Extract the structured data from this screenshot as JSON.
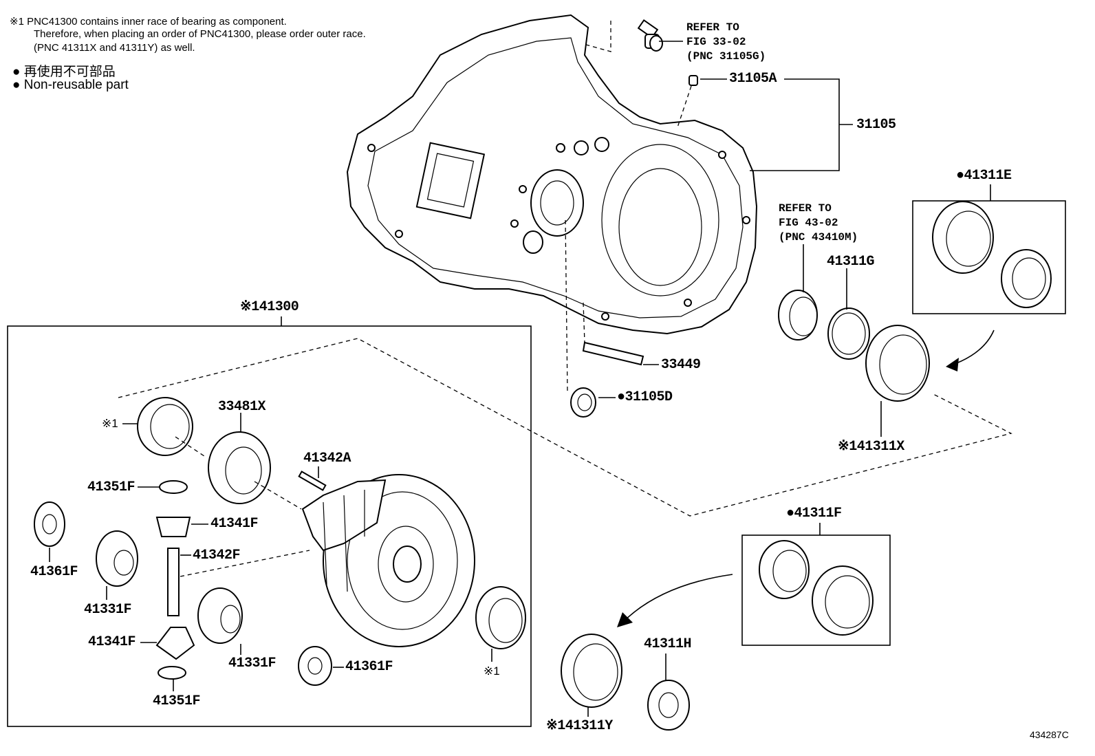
{
  "notes": {
    "line1": "※1 PNC41300 contains inner race of bearing as component.",
    "line2": "Therefore, when placing an order of PNC41300, please order outer race.",
    "line3": "(PNC 41311X and 41311Y) as well."
  },
  "legend": {
    "japanese": "● 再使用不可部品",
    "english": "● Non-reusable part"
  },
  "references": {
    "fig33": [
      "REFER TO",
      "FIG 33-02",
      "(PNC 31105G)"
    ],
    "fig43": [
      "REFER TO",
      "FIG 43-02",
      "(PNC 43410M)"
    ]
  },
  "labels": {
    "p31105A": "31105A",
    "p31105": "31105",
    "p33449": "33449",
    "p31105D": "●31105D",
    "p41311E": "●41311E",
    "p41311G": "41311G",
    "p41311X": "※141311X",
    "p41311F": "●41311F",
    "p41311H": "41311H",
    "p41311Y": "※141311Y",
    "p41300": "※141300",
    "p33481X": "33481X",
    "p41342A": "41342A",
    "p41351F_top": "41351F",
    "p41341F_top": "41341F",
    "p41342F": "41342F",
    "p41361F_left": "41361F",
    "p41331F_left": "41331F",
    "p41341F_bot": "41341F",
    "p41331F_bot": "41331F",
    "p41361F_bot": "41361F",
    "p41351F_bot": "41351F",
    "note_mark_top": "※1",
    "note_mark_bot": "※1"
  },
  "figure_id": "434287C"
}
